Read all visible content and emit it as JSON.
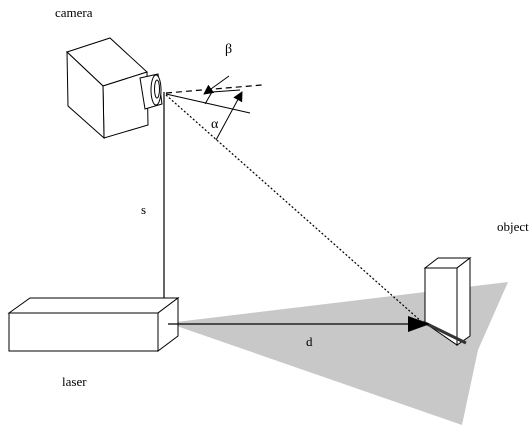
{
  "labels": {
    "camera": "camera",
    "beta": "β",
    "alpha": "α",
    "s": "s",
    "object": "object",
    "d": "d",
    "laser": "laser"
  },
  "colors": {
    "plane": "#c8c8c8",
    "stroke": "#000000",
    "object_edge": "#333333"
  }
}
